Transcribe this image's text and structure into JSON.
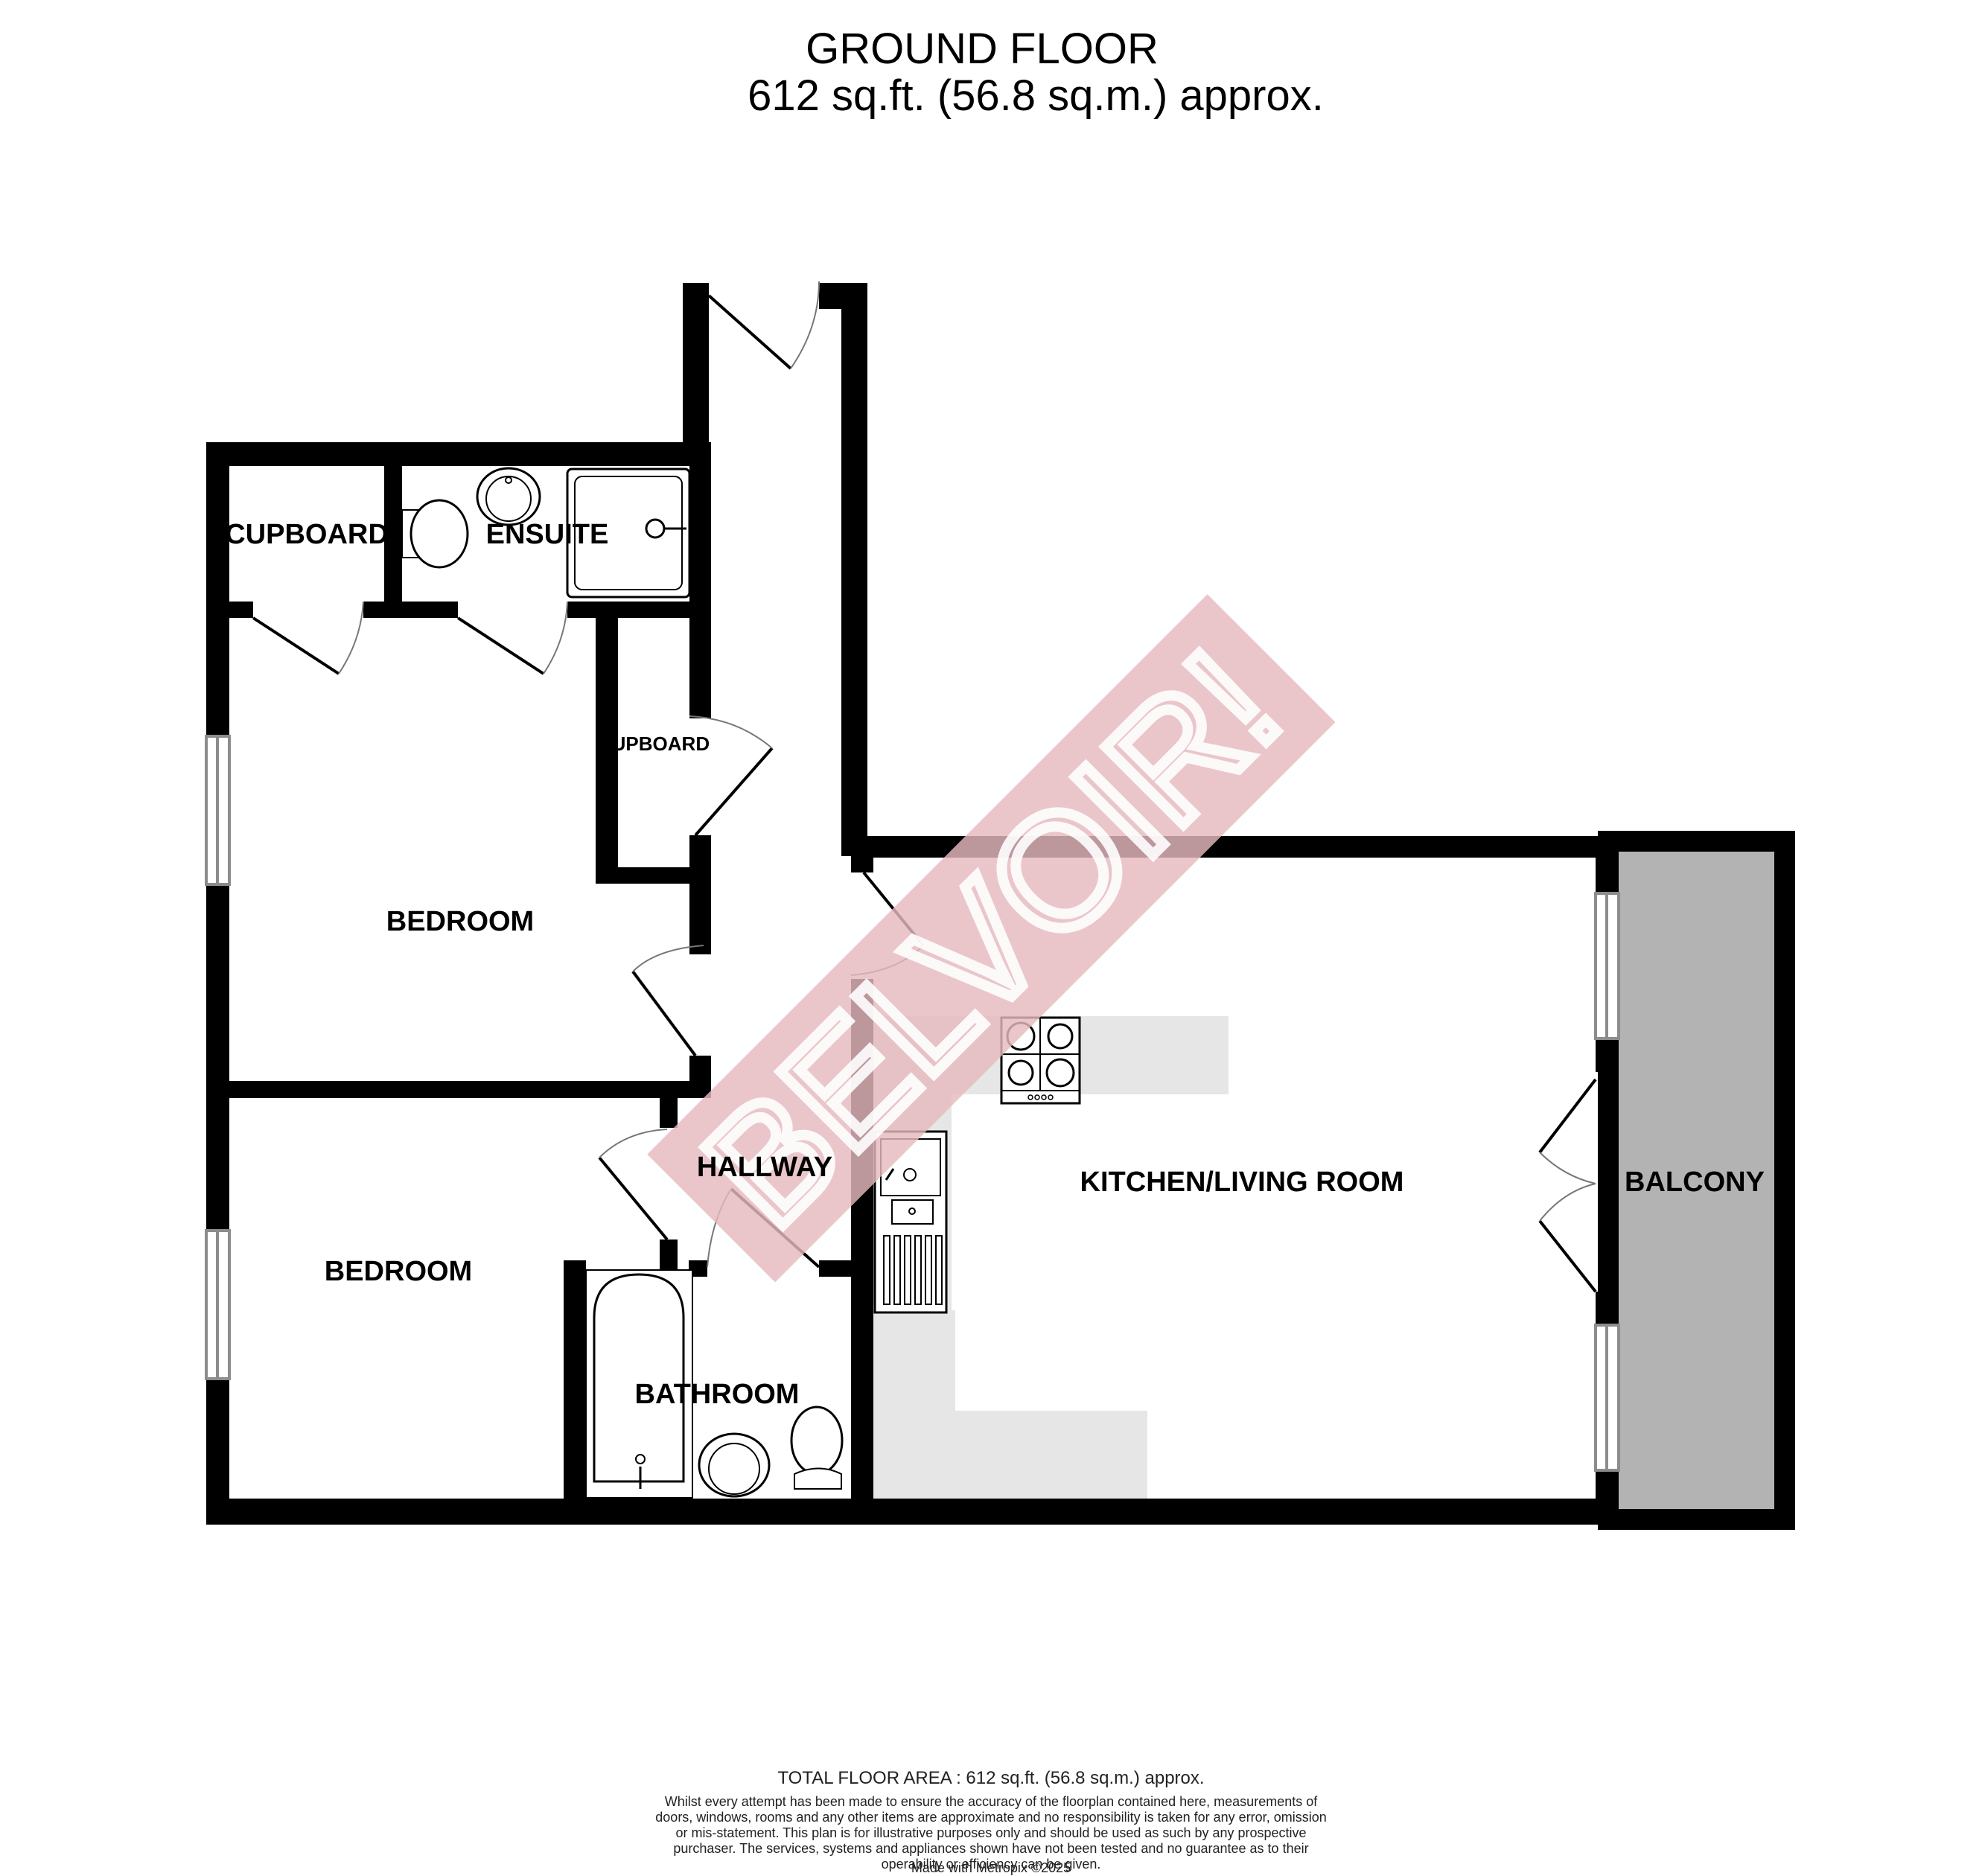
{
  "header": {
    "floor_name": "GROUND FLOOR",
    "floor_area": "612 sq.ft. (56.8 sq.m.) approx."
  },
  "rooms": {
    "cupboard_1": "CUPBOARD",
    "ensuite": "ENSUITE",
    "cupboard_2": "CUPBOARD",
    "bedroom_1": "BEDROOM",
    "bedroom_2": "BEDROOM",
    "hallway": "HALLWAY",
    "bathroom": "BATHROOM",
    "kitchen_living": "KITCHEN/LIVING ROOM",
    "balcony": "BALCONY"
  },
  "watermark": {
    "text": "BELVOIR!",
    "color": "#e5b9c0"
  },
  "colors": {
    "wall": "#000000",
    "balcony_fill": "#b3b3b3",
    "counter_fill": "#e6e6e6",
    "window_line": "#8c8c8c"
  },
  "footer": {
    "total_area": "TOTAL FLOOR AREA : 612 sq.ft. (56.8 sq.m.) approx.",
    "disclaimer": "Whilst every attempt has been made to ensure the accuracy of the floorplan contained here, measurements of doors, windows, rooms and any other items are approximate and no responsibility is taken for any error, omission or mis-statement. This plan is for illustrative purposes only and should be used as such by any prospective purchaser. The services, systems and appliances shown have not been tested and no guarantee as to their operability or efficiency can be given.",
    "credit": "Made with Metropix ©2025"
  }
}
